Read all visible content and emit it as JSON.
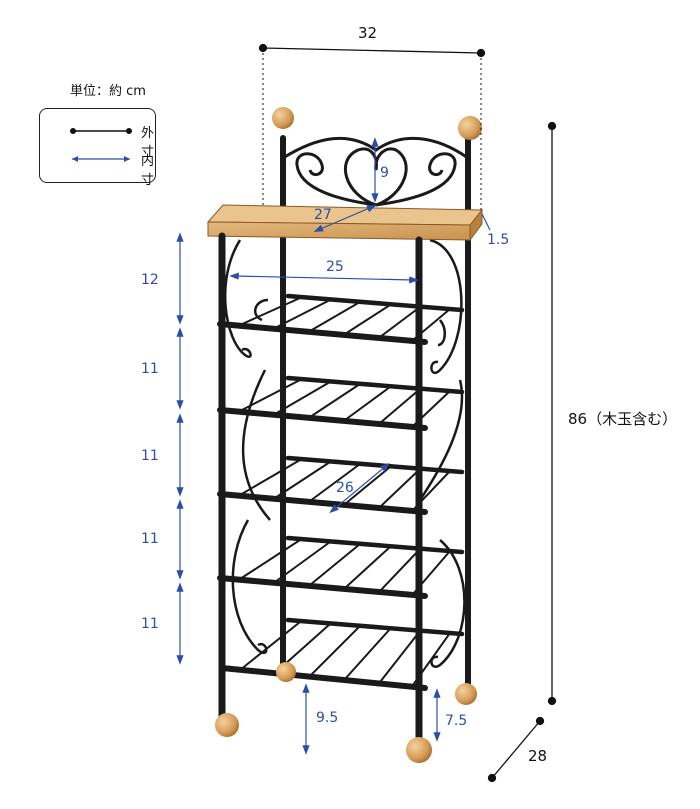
{
  "legend": {
    "unit": "単位：約 cm",
    "outer_label": "外寸",
    "inner_label": "内寸"
  },
  "dimensions": {
    "width_outer": "32",
    "height_outer": "86（木玉含む）",
    "depth_outer": "28",
    "crest_height": "9",
    "top_depth_inner": "27",
    "top_thickness": "1.5",
    "shelf_width_inner": "25",
    "shelf_depth_inner": "26",
    "gap_1": "12",
    "gap_2": "11",
    "gap_3": "11",
    "gap_4": "11",
    "gap_5": "11",
    "leg_front": "9.5",
    "leg_back": "7.5"
  },
  "colors": {
    "outer_line": "#111111",
    "inner_line": "#2b4fa8",
    "wood": "#d8a86a",
    "frame": "#1a1a1a"
  }
}
